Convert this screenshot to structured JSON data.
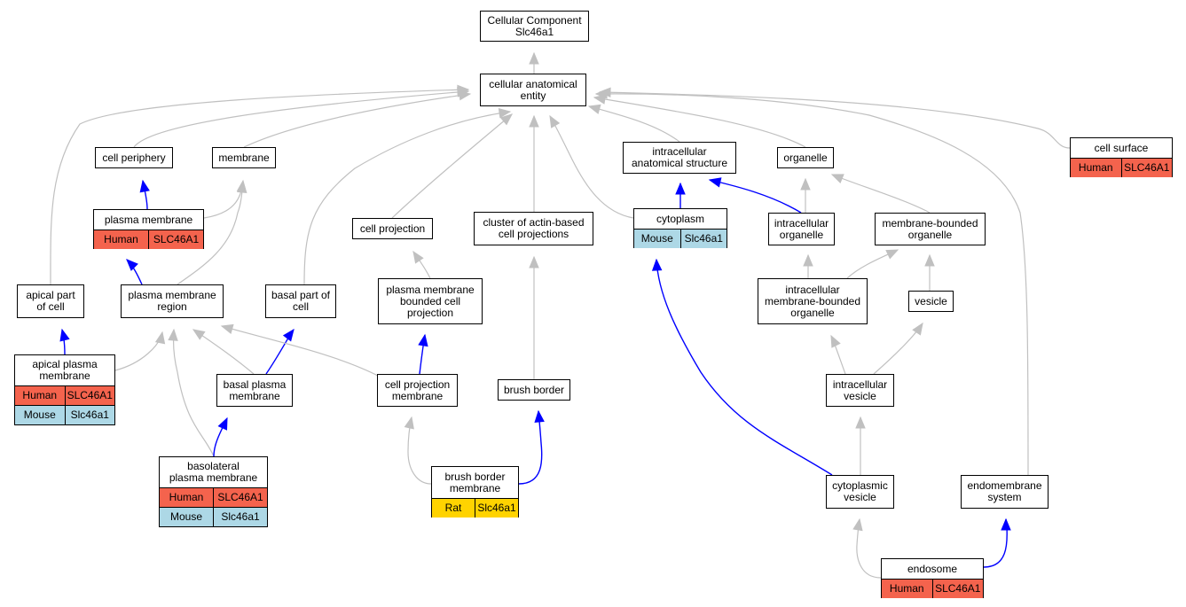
{
  "nodes": {
    "cellular_component": {
      "label": "Cellular Component\nSlc46a1"
    },
    "cellular_anatomical_entity": {
      "label": "cellular anatomical\nentity"
    },
    "cell_periphery": {
      "label": "cell periphery"
    },
    "membrane": {
      "label": "membrane"
    },
    "intracellular_anatomical_structure": {
      "label": "intracellular\nanatomical structure"
    },
    "organelle": {
      "label": "organelle"
    },
    "cell_surface": {
      "label": "cell surface",
      "species": [
        {
          "org": "Human",
          "gene": "SLC46A1",
          "color": "#f4634d"
        }
      ]
    },
    "plasma_membrane": {
      "label": "plasma membrane",
      "species": [
        {
          "org": "Human",
          "gene": "SLC46A1",
          "color": "#f4634d"
        }
      ]
    },
    "cell_projection": {
      "label": "cell projection"
    },
    "cluster_actin": {
      "label": "cluster of actin-based\ncell projections"
    },
    "cytoplasm": {
      "label": "cytoplasm",
      "species": [
        {
          "org": "Mouse",
          "gene": "Slc46a1",
          "color": "#add8e6"
        }
      ]
    },
    "intracellular_organelle": {
      "label": "intracellular\norganelle"
    },
    "membrane_bounded_organelle": {
      "label": "membrane-bounded\norganelle"
    },
    "apical_part": {
      "label": "apical part\nof cell"
    },
    "pm_region": {
      "label": "plasma membrane\nregion"
    },
    "basal_part": {
      "label": "basal part of\ncell"
    },
    "pm_bounded_projection": {
      "label": "plasma membrane\nbounded cell\nprojection"
    },
    "intracellular_mb_organelle": {
      "label": "intracellular\nmembrane-bounded\norganelle"
    },
    "vesicle": {
      "label": "vesicle"
    },
    "apical_pm": {
      "label": "apical plasma\nmembrane",
      "species": [
        {
          "org": "Human",
          "gene": "SLC46A1",
          "color": "#f4634d"
        },
        {
          "org": "Mouse",
          "gene": "Slc46a1",
          "color": "#add8e6"
        }
      ]
    },
    "basal_pm": {
      "label": "basal plasma\nmembrane"
    },
    "cell_projection_membrane": {
      "label": "cell projection\nmembrane"
    },
    "brush_border": {
      "label": "brush border"
    },
    "intracellular_vesicle": {
      "label": "intracellular\nvesicle"
    },
    "basolateral_pm": {
      "label": "basolateral\nplasma membrane",
      "species": [
        {
          "org": "Human",
          "gene": "SLC46A1",
          "color": "#f4634d"
        },
        {
          "org": "Mouse",
          "gene": "Slc46a1",
          "color": "#add8e6"
        }
      ]
    },
    "brush_border_membrane": {
      "label": "brush border\nmembrane",
      "species": [
        {
          "org": "Rat",
          "gene": "Slc46a1",
          "color": "#ffd300"
        }
      ]
    },
    "cytoplasmic_vesicle": {
      "label": "cytoplasmic\nvesicle"
    },
    "endomembrane_system": {
      "label": "endomembrane\nsystem"
    },
    "endosome": {
      "label": "endosome",
      "species": [
        {
          "org": "Human",
          "gene": "SLC46A1",
          "color": "#f4634d"
        }
      ]
    }
  },
  "edges": [
    {
      "from": "cellular_anatomical_entity",
      "to": "cellular_component",
      "type": "is_a"
    },
    {
      "from": "cell_periphery",
      "to": "cellular_anatomical_entity",
      "type": "is_a"
    },
    {
      "from": "membrane",
      "to": "cellular_anatomical_entity",
      "type": "is_a"
    },
    {
      "from": "intracellular_anatomical_structure",
      "to": "cellular_anatomical_entity",
      "type": "is_a"
    },
    {
      "from": "organelle",
      "to": "cellular_anatomical_entity",
      "type": "is_a"
    },
    {
      "from": "cell_surface",
      "to": "cellular_anatomical_entity",
      "type": "is_a"
    },
    {
      "from": "apical_part",
      "to": "cellular_anatomical_entity",
      "type": "is_a"
    },
    {
      "from": "basal_part",
      "to": "cellular_anatomical_entity",
      "type": "is_a"
    },
    {
      "from": "cell_projection",
      "to": "cellular_anatomical_entity",
      "type": "is_a"
    },
    {
      "from": "cluster_actin",
      "to": "cellular_anatomical_entity",
      "type": "is_a"
    },
    {
      "from": "cytoplasm",
      "to": "cellular_anatomical_entity",
      "type": "is_a"
    },
    {
      "from": "endomembrane_system",
      "to": "cellular_anatomical_entity",
      "type": "is_a"
    },
    {
      "from": "plasma_membrane",
      "to": "cell_periphery",
      "type": "part_of"
    },
    {
      "from": "plasma_membrane",
      "to": "membrane",
      "type": "is_a"
    },
    {
      "from": "pm_region",
      "to": "membrane",
      "type": "is_a"
    },
    {
      "from": "pm_region",
      "to": "plasma_membrane",
      "type": "part_of"
    },
    {
      "from": "cytoplasm",
      "to": "intracellular_anatomical_structure",
      "type": "part_of"
    },
    {
      "from": "intracellular_organelle",
      "to": "intracellular_anatomical_structure",
      "type": "part_of"
    },
    {
      "from": "intracellular_organelle",
      "to": "organelle",
      "type": "is_a"
    },
    {
      "from": "membrane_bounded_organelle",
      "to": "organelle",
      "type": "is_a"
    },
    {
      "from": "pm_bounded_projection",
      "to": "cell_projection",
      "type": "is_a"
    },
    {
      "from": "intracellular_mb_organelle",
      "to": "intracellular_organelle",
      "type": "is_a"
    },
    {
      "from": "intracellular_mb_organelle",
      "to": "membrane_bounded_organelle",
      "type": "is_a"
    },
    {
      "from": "vesicle",
      "to": "membrane_bounded_organelle",
      "type": "is_a"
    },
    {
      "from": "apical_pm",
      "to": "apical_part",
      "type": "part_of"
    },
    {
      "from": "apical_pm",
      "to": "pm_region",
      "type": "is_a"
    },
    {
      "from": "basal_pm",
      "to": "pm_region",
      "type": "is_a"
    },
    {
      "from": "basal_pm",
      "to": "basal_part",
      "type": "part_of"
    },
    {
      "from": "cell_projection_membrane",
      "to": "pm_region",
      "type": "is_a"
    },
    {
      "from": "cell_projection_membrane",
      "to": "pm_bounded_projection",
      "type": "part_of"
    },
    {
      "from": "basolateral_pm",
      "to": "pm_region",
      "type": "is_a"
    },
    {
      "from": "basolateral_pm",
      "to": "basal_pm",
      "type": "part_of"
    },
    {
      "from": "brush_border",
      "to": "cluster_actin",
      "type": "is_a"
    },
    {
      "from": "brush_border_membrane",
      "to": "cell_projection_membrane",
      "type": "is_a"
    },
    {
      "from": "brush_border_membrane",
      "to": "brush_border",
      "type": "part_of"
    },
    {
      "from": "intracellular_vesicle",
      "to": "intracellular_mb_organelle",
      "type": "is_a"
    },
    {
      "from": "intracellular_vesicle",
      "to": "vesicle",
      "type": "is_a"
    },
    {
      "from": "cytoplasmic_vesicle",
      "to": "intracellular_vesicle",
      "type": "is_a"
    },
    {
      "from": "cytoplasmic_vesicle",
      "to": "cytoplasm",
      "type": "part_of"
    },
    {
      "from": "endosome",
      "to": "cytoplasmic_vesicle",
      "type": "is_a"
    },
    {
      "from": "endosome",
      "to": "endomembrane_system",
      "type": "part_of"
    }
  ],
  "edge_colors": {
    "is_a": "#c0c0c0",
    "part_of": "#0000ff"
  }
}
